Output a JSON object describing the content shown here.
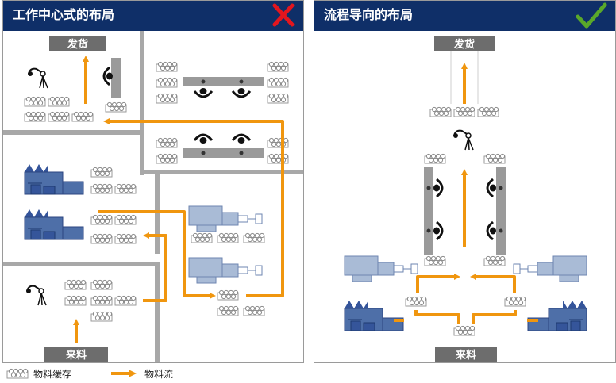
{
  "left_panel": {
    "title": "工作中心式的布局",
    "verdict_icon": "red-x-icon",
    "ship_label": "发货",
    "receive_label": "来料"
  },
  "right_panel": {
    "title": "流程导向的布局",
    "verdict_icon": "green-check-icon",
    "ship_label": "发货",
    "receive_label": "来料"
  },
  "legend": {
    "buffer_label": "物料缓存",
    "flow_label": "物料流"
  },
  "colors": {
    "header": "#0f2f68",
    "flow_arrow": "#f0960f",
    "wrong_mark": "#e3161e",
    "right_mark": "#5aa82a",
    "machine_dark": "#4e6fa8",
    "machine_light": "#a9bbd6",
    "wall": "#a8a8a8",
    "station_bar": "#9a9a9a"
  }
}
